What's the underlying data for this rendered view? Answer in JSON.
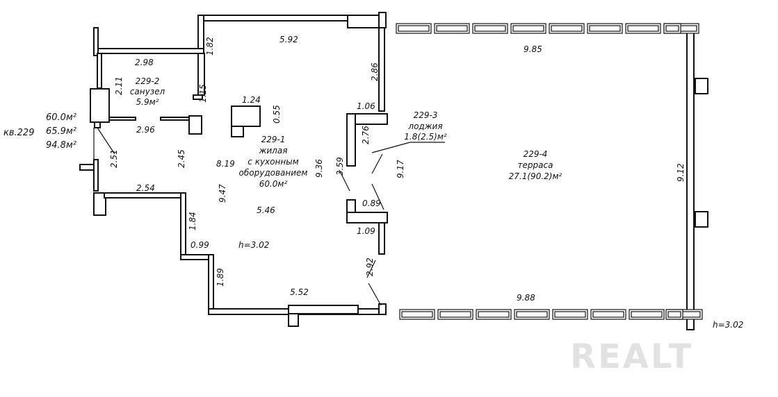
{
  "apartment": {
    "label": "кв.229",
    "areas": [
      "60.0м²",
      "65.9м²",
      "94.8м²"
    ]
  },
  "rooms": [
    {
      "id": "229-1",
      "name_lines": [
        "жилая",
        "с кухонным",
        "оборудованием"
      ],
      "area": "60.0м²"
    },
    {
      "id": "229-2",
      "name_lines": [
        "санузел"
      ],
      "area": "5.9м²"
    },
    {
      "id": "229-3",
      "name_lines": [
        "лоджия"
      ],
      "area": "1.8(2.5)м²"
    },
    {
      "id": "229-4",
      "name_lines": [
        "терраса"
      ],
      "area": "27.1(90.2)м²"
    }
  ],
  "heights": {
    "main": "h=3.02",
    "terrace": "h=3.02"
  },
  "dimensions": {
    "d592": "5.92",
    "d182": "1.82",
    "d298": "2.98",
    "d211": "2.11",
    "d115": "1.15",
    "d124": "1.24",
    "d055": "0.55",
    "d296": "2.96",
    "d251": "2.51",
    "d245": "2.45",
    "d819": "8.19",
    "d936": "9.36",
    "d947": "9.47",
    "d546": "5.46",
    "d254": "2.54",
    "d184": "1.84",
    "d099": "0.99",
    "d189": "1.89",
    "d552": "5.52",
    "d286": "2.86",
    "d106": "1.06",
    "d276": "2.76",
    "d359": "3.59",
    "d917": "9.17",
    "d089": "0.89",
    "d109": "1.09",
    "d292": "2.92",
    "d985": "9.85",
    "d988": "9.88",
    "d912": "9.12"
  },
  "watermark": "REALT"
}
